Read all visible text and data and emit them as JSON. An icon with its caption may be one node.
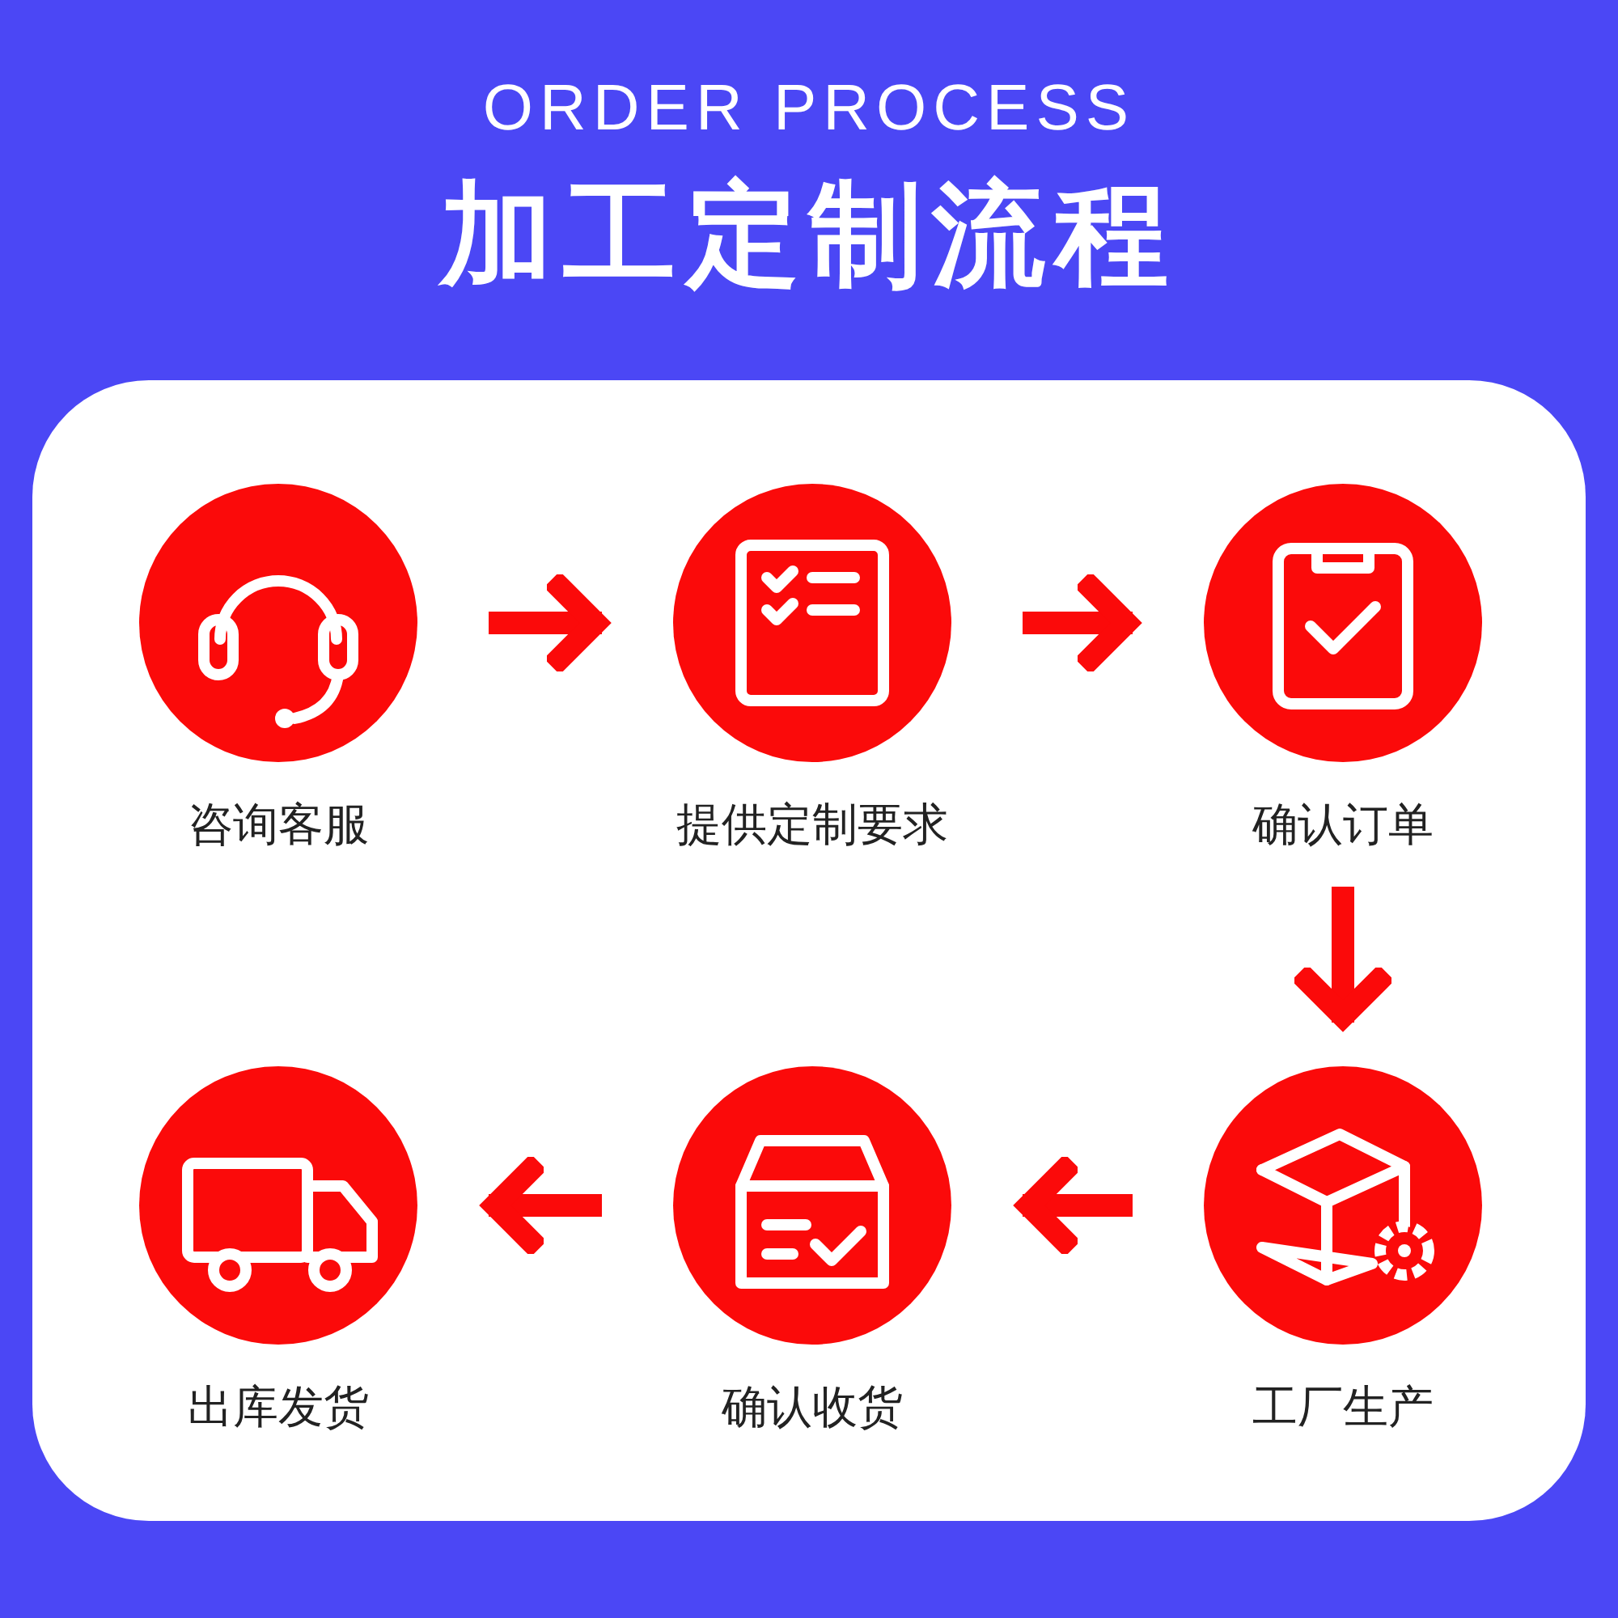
{
  "diagram": {
    "title": "加工定制流程",
    "nodes": [
      {
        "text": [
          "咨询客服"
        ]
      },
      {
        "text": [
          "提供定制要求"
        ]
      },
      {
        "text": [
          "确认订单"
        ]
      },
      {
        "text": [
          "出库发货"
        ]
      },
      {
        "text": [
          "确认收货"
        ]
      },
      {
        "text": [
          "工厂生产"
        ]
      }
    ],
    "edges": [
      {
        "from": 0,
        "to": 1,
        "arrow": "to"
      },
      {
        "from": 1,
        "to": 2,
        "arrow": "to"
      },
      {
        "from": 2,
        "to": 5,
        "arrow": "to"
      },
      {
        "from": 5,
        "to": 4,
        "arrow": "to"
      },
      {
        "from": 4,
        "to": 3,
        "arrow": "to"
      }
    ],
    "labels": [
      "ORDER PROCESS"
    ]
  }
}
